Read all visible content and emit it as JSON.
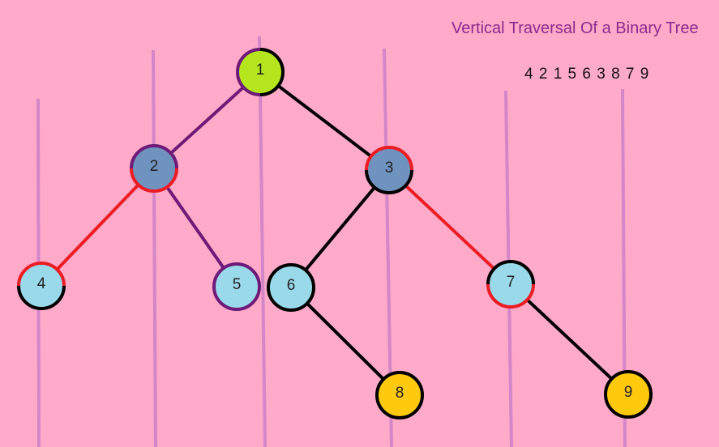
{
  "title": "Vertical Traversal Of a Binary Tree",
  "traversal_order": "4 2 1 5 6 3 8 7 9",
  "colors": {
    "background": "#ffaac8",
    "title_text": "#8b2a8e",
    "guide_lines": "#cc80c8",
    "edge_purple": "#6e1a78",
    "edge_red": "#ec1c24",
    "edge_black": "#000000",
    "root_fill": "#b5e61d",
    "inner_fill": "#7092be",
    "leaf_fill": "#99d9ea",
    "bottom_fill": "#ffc90e"
  },
  "nodes": [
    {
      "id": "1",
      "label": "1",
      "fill": "root_fill"
    },
    {
      "id": "2",
      "label": "2",
      "fill": "inner_fill"
    },
    {
      "id": "3",
      "label": "3",
      "fill": "inner_fill"
    },
    {
      "id": "4",
      "label": "4",
      "fill": "leaf_fill"
    },
    {
      "id": "5",
      "label": "5",
      "fill": "leaf_fill"
    },
    {
      "id": "6",
      "label": "6",
      "fill": "leaf_fill"
    },
    {
      "id": "7",
      "label": "7",
      "fill": "leaf_fill"
    },
    {
      "id": "8",
      "label": "8",
      "fill": "bottom_fill"
    },
    {
      "id": "9",
      "label": "9",
      "fill": "bottom_fill"
    }
  ],
  "edges": [
    {
      "from": "1",
      "to": "2",
      "color": "edge_purple"
    },
    {
      "from": "1",
      "to": "3",
      "color": "edge_black"
    },
    {
      "from": "2",
      "to": "4",
      "color": "edge_red"
    },
    {
      "from": "2",
      "to": "5",
      "color": "edge_purple"
    },
    {
      "from": "3",
      "to": "6",
      "color": "edge_black"
    },
    {
      "from": "3",
      "to": "7",
      "color": "edge_red"
    },
    {
      "from": "6",
      "to": "8",
      "color": "edge_black"
    },
    {
      "from": "7",
      "to": "9",
      "color": "edge_black"
    }
  ]
}
